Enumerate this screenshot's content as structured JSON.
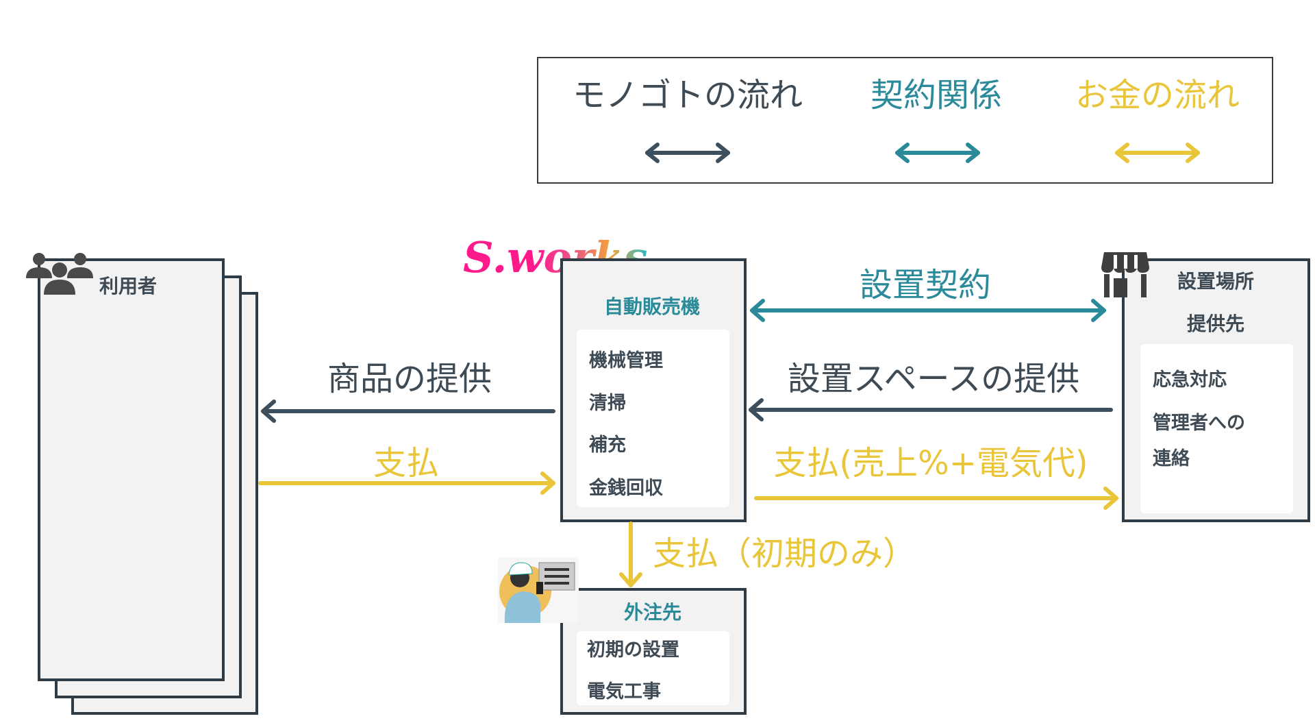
{
  "colors": {
    "thing": "#3d4f5c",
    "contract": "#2a8a99",
    "money": "#e9c53a",
    "border": "#2f3b45"
  },
  "legend": {
    "thing_flow": "モノゴトの流れ",
    "contract": "契約関係",
    "money_flow": "お金の流れ"
  },
  "logo": "S.works",
  "users": {
    "label": "利用者",
    "icon": "users-icon"
  },
  "vending": {
    "title": "自動販売機",
    "items": [
      "機械管理",
      "清掃",
      "補充",
      "金銭回収"
    ]
  },
  "site": {
    "title_line1": "設置場所",
    "title_line2": "提供先",
    "icon": "store-icon",
    "items": [
      "応急対応",
      "管理者への",
      "連絡"
    ]
  },
  "outsource": {
    "title": "外注先",
    "items": [
      "初期の設置",
      "電気工事"
    ],
    "image": "worker-illustration"
  },
  "flows": {
    "product_provision": "商品の提供",
    "user_payment": "支払",
    "install_contract": "設置契約",
    "space_provision": "設置スペースの提供",
    "site_payment": "支払(売上%+電気代)",
    "initial_payment": "支払（初期のみ）"
  }
}
